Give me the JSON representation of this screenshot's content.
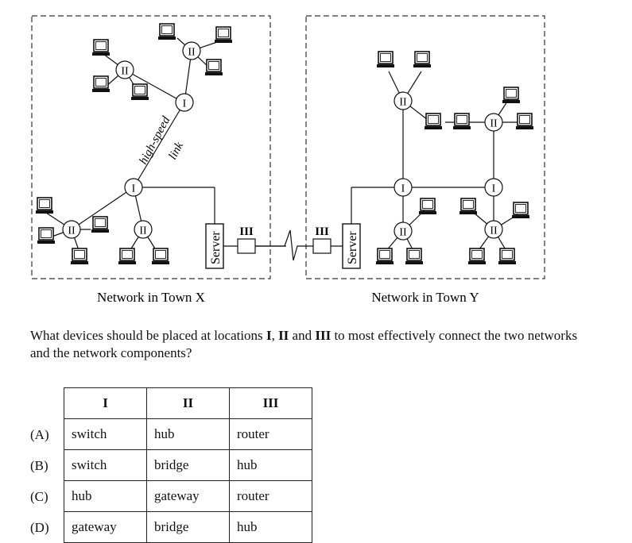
{
  "networkX": {
    "caption": "Network in Town X",
    "link_label_1": "high-speed",
    "link_label_2": "link",
    "server": "Server",
    "node_I": "I",
    "node_II": "II",
    "node_III": "III"
  },
  "networkY": {
    "caption": "Network in Town Y",
    "server": "Server",
    "node_I": "I",
    "node_II": "II",
    "node_III": "III"
  },
  "question": {
    "text_1": "What devices should be placed at locations ",
    "I": "I",
    "text_2": ", ",
    "II": "II",
    "text_3": " and ",
    "III": "III",
    "text_4": " to most effectively connect the two networks and the network components?"
  },
  "table": {
    "headers": [
      "I",
      "II",
      "III"
    ],
    "rows": [
      {
        "label": "(A)",
        "cells": [
          "switch",
          "hub",
          "router"
        ]
      },
      {
        "label": "(B)",
        "cells": [
          "switch",
          "bridge",
          "hub"
        ]
      },
      {
        "label": "(C)",
        "cells": [
          "hub",
          "gateway",
          "router"
        ]
      },
      {
        "label": "(D)",
        "cells": [
          "gateway",
          "bridge",
          "hub"
        ]
      }
    ]
  }
}
